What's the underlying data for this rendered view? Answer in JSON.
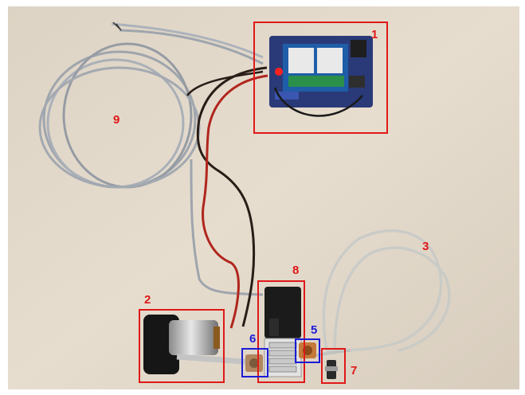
{
  "image": {
    "description_colors": {
      "background": "#e4dbcd",
      "red_annotation": "#e01818",
      "blue_annotation": "#1c1cd8"
    }
  },
  "labels": {
    "l1": "1",
    "l2": "2",
    "l3": "3",
    "l5": "5",
    "l6": "6",
    "l7": "7",
    "l8": "8",
    "l9": "9"
  }
}
